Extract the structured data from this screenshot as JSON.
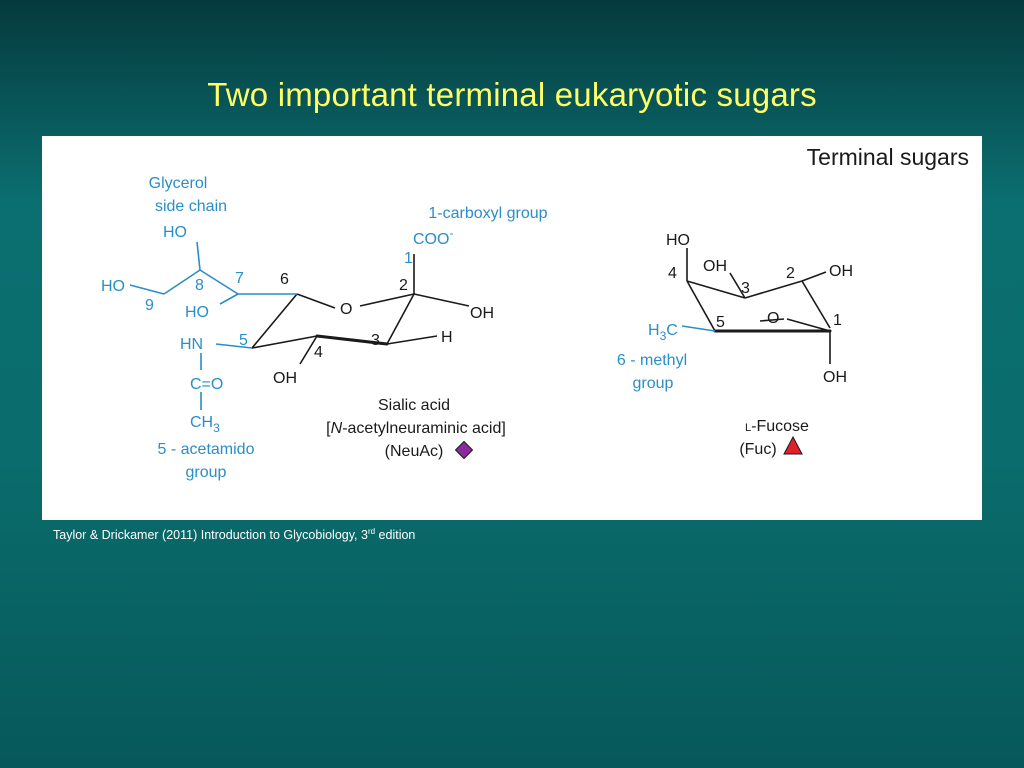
{
  "slide": {
    "title": "Two important terminal eukaryotic sugars",
    "citation_main": "Taylor & Drickamer (2011) Introduction to Glycobiology, 3",
    "citation_sup": "rd",
    "citation_end": " edition"
  },
  "figure": {
    "panel_title": "Terminal sugars",
    "sialic": {
      "glycerol_label_1": "Glycerol",
      "glycerol_label_2": "side chain",
      "carboxyl_label": "1-carboxyl group",
      "acetamido_label_1": "5 - acetamido",
      "acetamido_label_2": "group",
      "coo": "COO",
      "coo_charge": "-",
      "ho_top": "HO",
      "ho_left": "HO",
      "ho_8": "HO",
      "hn": "HN",
      "co": "C=O",
      "ch": "CH",
      "ch_sub": "3",
      "oh_right": "OH",
      "oh_bottom": "OH",
      "h": "H",
      "ring_o": "O",
      "n1": "1",
      "n2": "2",
      "n3": "3",
      "n4": "4",
      "n5": "5",
      "n6": "6",
      "n7": "7",
      "n8": "8",
      "n9": "9",
      "name_1": "Sialic acid",
      "name_2_pre": "[",
      "name_2_italic": "N",
      "name_2_post": "-acetylneuraminic acid]",
      "name_3": "(NeuAc)",
      "symbol_color": "#8b2aa0"
    },
    "fucose": {
      "methyl_label_1": "6 - methyl",
      "methyl_label_2": "group",
      "ho_top": "HO",
      "oh_3": "OH",
      "oh_2": "OH",
      "oh_1": "OH",
      "h3c_pre": "H",
      "h3c_sub": "3",
      "h3c_post": "C",
      "ring_o": "O",
      "n1": "1",
      "n2": "2",
      "n3": "3",
      "n4": "4",
      "n5": "5",
      "name_1_prefix": "L",
      "name_1": "-Fucose",
      "name_2": "(Fuc)",
      "symbol_color": "#e0202a"
    }
  }
}
